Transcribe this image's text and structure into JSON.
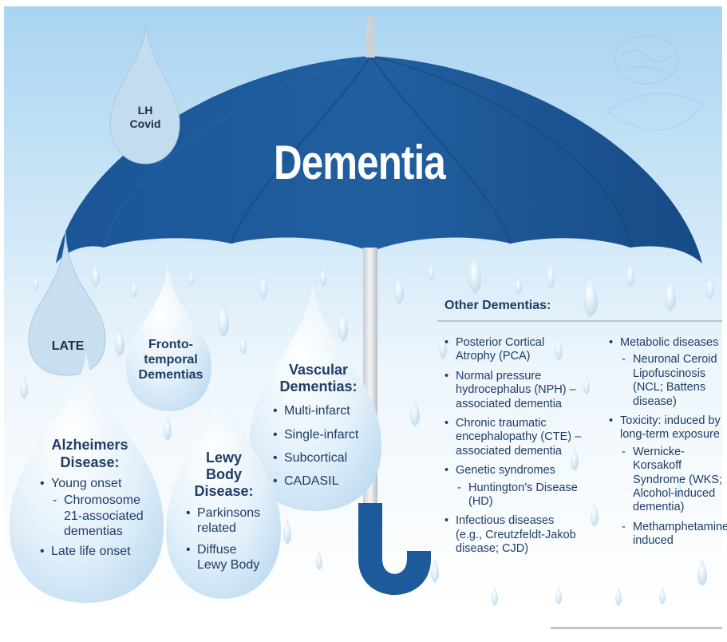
{
  "title": "Dementia",
  "drops": {
    "lh_covid": [
      "LH",
      "Covid"
    ],
    "late": "LATE",
    "frontotemporal": [
      "Fronto-",
      "temporal",
      "Dementias"
    ],
    "vascular": {
      "title": [
        "Vascular",
        "Dementias:"
      ],
      "items": [
        "Multi-infarct",
        "Single-infarct",
        "Subcortical",
        "CADASIL"
      ]
    },
    "alzheimers": {
      "title": [
        "Alzheimers",
        "Disease:"
      ],
      "items": [
        {
          "text": "Young onset",
          "sub": [
            "Chromosome",
            "21-associated",
            "dementias"
          ]
        },
        {
          "text": "Late life onset"
        }
      ]
    },
    "lewy": {
      "title": [
        "Lewy",
        "Body",
        "Disease:"
      ],
      "items": [
        [
          "Parkinsons",
          "related"
        ],
        [
          "Diffuse",
          "Lewy Body"
        ]
      ]
    }
  },
  "other": {
    "heading": "Other Dementias:",
    "col1": [
      {
        "text": [
          "Posterior Cortical",
          "Atrophy (PCA)"
        ]
      },
      {
        "text": [
          "Normal pressure",
          "hydrocephalus (NPH) –",
          "associated dementia"
        ]
      },
      {
        "text": [
          "Chronic traumatic",
          "encephalopathy (CTE) –",
          "associated dementia"
        ]
      },
      {
        "text": [
          "Genetic syndromes"
        ],
        "sub": [
          "Huntington’s Disease (HD)"
        ]
      },
      {
        "text": [
          "Infectious diseases",
          "(e.g., Creutzfeldt-Jakob",
          "disease; CJD)"
        ]
      }
    ],
    "col2": [
      {
        "text": [
          "Metabolic diseases"
        ],
        "sub": [
          "Neuronal Ceroid",
          "Lipofuscinosis",
          "(NCL; Battens",
          "disease)"
        ]
      },
      {
        "text": [
          "Toxicity: induced by",
          "long-term exposure"
        ],
        "sub": [
          "Wernicke-Korsakoff",
          "Syndrome (WKS;",
          "Alcohol-induced",
          "dementia)"
        ],
        "sub2": [
          "Methamphetamine",
          "induced"
        ]
      }
    ]
  },
  "colors": {
    "umbrella": "#1d5a9c",
    "umbrella_dark": "#174a84",
    "text": "#1f3d66",
    "drop": "#d6e9f7",
    "sky": "#cfe6f6"
  }
}
